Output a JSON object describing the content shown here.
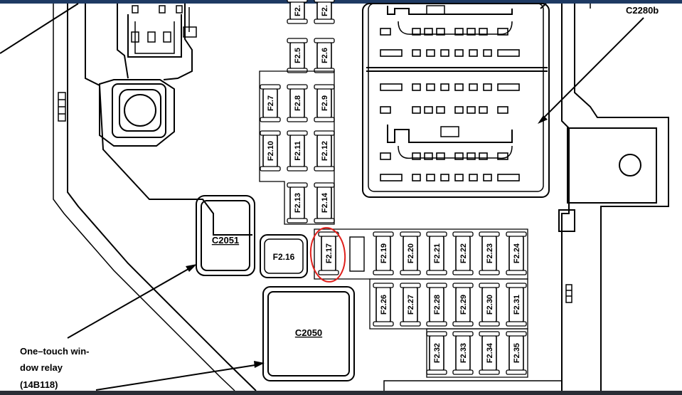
{
  "labels": {
    "c2280b": "C2280b",
    "c2051": "C2051",
    "c2050": "C2050",
    "f2_16": "F2.16",
    "relay_line1": "One–touch win-",
    "relay_line2": "dow relay",
    "relay_line3": "(14B118)"
  },
  "fuses": {
    "col1": [
      "F2.7",
      "F2.10"
    ],
    "col2": [
      "F2.5",
      "F2.8",
      "F2.11",
      "F2.13"
    ],
    "col3": [
      "F2.",
      "F2.6",
      "F2.9",
      "F2.12",
      "F2.14"
    ],
    "top_partial": [
      "F2.",
      "F2."
    ],
    "row_upper": [
      "F2.17",
      "F2.19",
      "F2.20",
      "F2.21",
      "F2.22",
      "F2.23",
      "F2.24"
    ],
    "row_middle": [
      "F2.26",
      "F2.27",
      "F2.28",
      "F2.29",
      "F2.30",
      "F2.31"
    ],
    "row_lower": [
      "F2.32",
      "F2.33",
      "F2.34",
      "F2.35"
    ]
  },
  "highlight": {
    "fuse": "F2.17",
    "color": "#e0201c"
  },
  "colors": {
    "frame_top": "#1e3a63",
    "frame_bottom": "#2a2e36",
    "ink": "#000000"
  }
}
